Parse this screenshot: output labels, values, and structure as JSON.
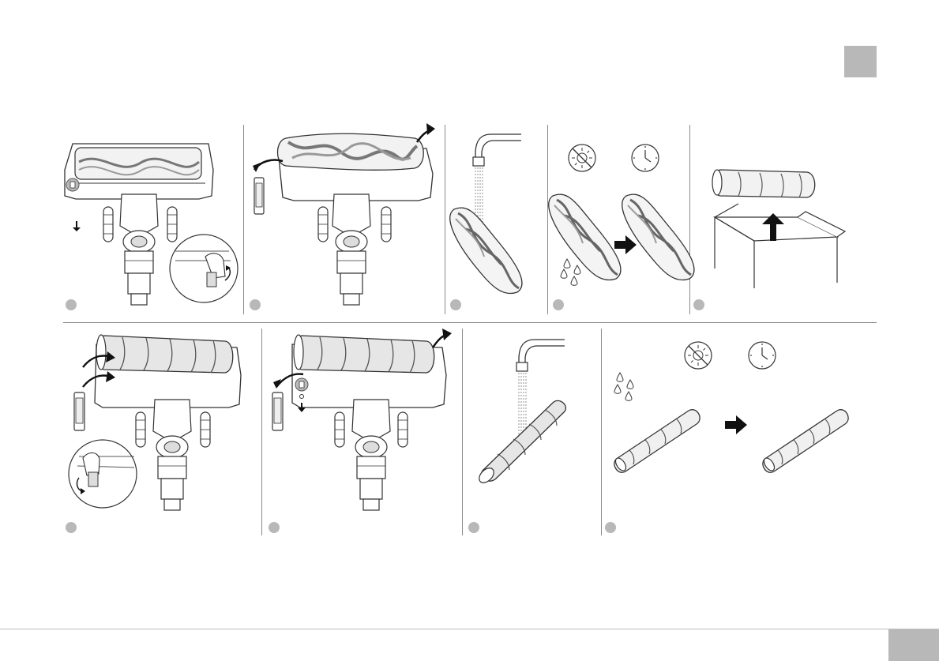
{
  "page": {
    "accent_gray": "#b8b8b8",
    "line_color": "#333333"
  },
  "panels": [
    {
      "id": "step-1",
      "icon": "release-latch-icon"
    },
    {
      "id": "step-2",
      "icon": "remove-brush-roll-icon"
    },
    {
      "id": "step-3",
      "icon": "rinse-under-tap-icon"
    },
    {
      "id": "step-4",
      "icon": "air-dry-no-sun-icon"
    },
    {
      "id": "step-5",
      "icon": "lift-from-box-icon"
    },
    {
      "id": "step-6",
      "icon": "insert-soft-roller-icon"
    },
    {
      "id": "step-7",
      "icon": "lock-latch-icon"
    },
    {
      "id": "step-8",
      "icon": "rinse-soft-roller-icon"
    },
    {
      "id": "step-9",
      "icon": "dry-soft-roller-icon"
    }
  ]
}
